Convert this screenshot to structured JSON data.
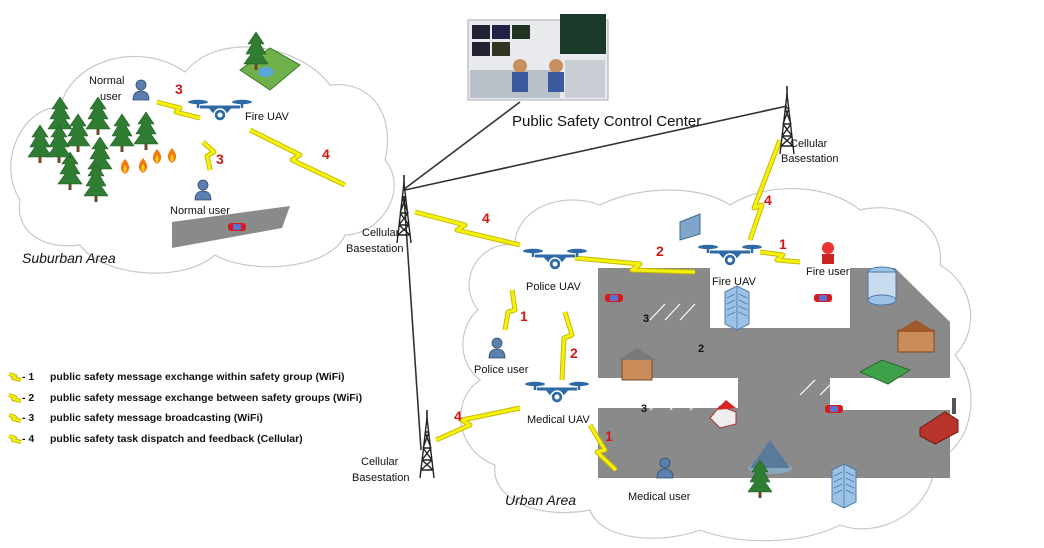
{
  "labels": {
    "control_center": "Public Safety Control Center",
    "suburban_area": "Suburban Area",
    "urban_area": "Urban Area",
    "fire_uav_suburban": "Fire UAV",
    "normal_user_top_1": "Normal",
    "normal_user_top_2": "user",
    "normal_user_bottom": "Normal user",
    "cell_center_1": "Cellular",
    "cell_center_2": "Basestation",
    "cell_right_1": "Cellular",
    "cell_right_2": "Basestation",
    "cell_bottom_1": "Cellular",
    "cell_bottom_2": "Basestation",
    "police_uav": "Police UAV",
    "fire_uav_urban": "Fire UAV",
    "fire_user": "Fire user",
    "police_user": "Police user",
    "medical_uav": "Medical UAV",
    "medical_user": "Medical user"
  },
  "link_numbers": {
    "n_sub_3a": "3",
    "n_sub_3b": "3",
    "n_sub_4": "4",
    "n_center_4": "4",
    "n_right_4": "4",
    "n_bottom_4": "4",
    "n_urban_2a": "2",
    "n_urban_1a": "1",
    "n_urban_1b": "1",
    "n_urban_2b": "2",
    "n_urban_1c": "1"
  },
  "road_segments": {
    "s3a": "3",
    "s2": "2",
    "s3b": "3"
  },
  "legend": [
    {
      "num": "1",
      "text": "public safety message exchange within safety group (WiFi)"
    },
    {
      "num": "2",
      "text": "public safety message exchange between safety groups (WiFi)"
    },
    {
      "num": "3",
      "text": "public safety message broadcasting (WiFi)"
    },
    {
      "num": "4",
      "text": "public safety task dispatch and feedback (Cellular)"
    }
  ],
  "colors": {
    "link": "#f2f20a",
    "link_edge": "#c8b400",
    "number": "#d01818",
    "uav": "#2e6aa6",
    "road": "#8a8a8a",
    "tree": "#2f7d32"
  }
}
